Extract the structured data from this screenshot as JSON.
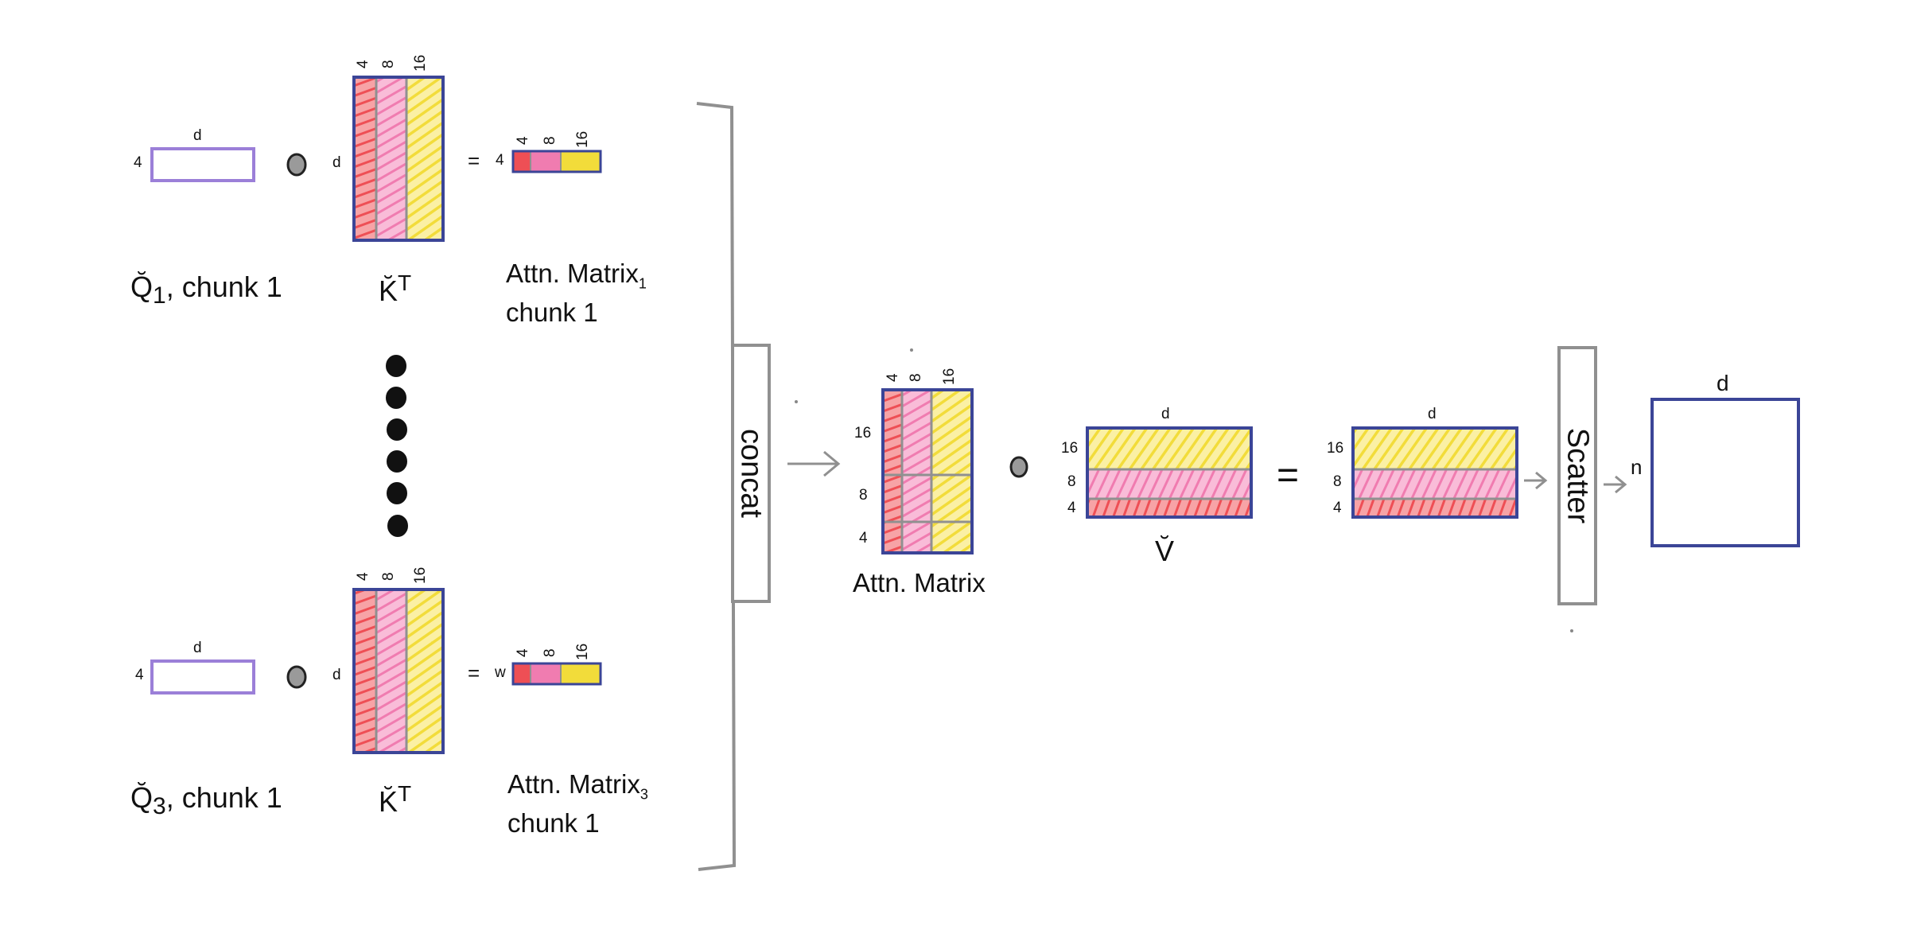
{
  "colors": {
    "red": "#ee4f55",
    "pink": "#f07cb0",
    "yellow": "#f2dc3a",
    "navy": "#3b4597",
    "purple": "#9b7fd8",
    "gray": "#909090",
    "dot": "#222222"
  },
  "top_row": {
    "q_dim_top": "d",
    "q_dim_left": "4",
    "k_dim_left": "d",
    "k_col_labels": [
      "4",
      "8",
      "16"
    ],
    "equals": "=",
    "result_left": "4",
    "result_col_labels": [
      "4",
      "8",
      "16"
    ],
    "q_caption": "Q̆",
    "q_sub": "1",
    "q_rest": ", chunk 1",
    "k_caption": "K̆",
    "k_sup": "T",
    "attn_line1": "Attn. Matrix",
    "attn_sub": "1",
    "attn_line2": "chunk 1"
  },
  "bottom_row": {
    "q_dim_top": "d",
    "q_dim_left": "4",
    "k_dim_left": "d",
    "k_col_labels": [
      "4",
      "8",
      "16"
    ],
    "equals": "=",
    "result_left": "w",
    "result_col_labels": [
      "4",
      "8",
      "16"
    ],
    "q_caption": "Q̆",
    "q_sub": "3",
    "q_rest": ", chunk 1",
    "k_caption": "K̆",
    "k_sup": "T",
    "attn_line1": "Attn. Matrix",
    "attn_sub": "3",
    "attn_line2": "chunk 1"
  },
  "concat_label": "concat",
  "attn_matrix": {
    "col_labels": [
      "4",
      "8",
      "16"
    ],
    "row_labels": [
      "16",
      "8",
      "4"
    ],
    "caption": "Attn. Matrix"
  },
  "v_matrix": {
    "dim_top": "d",
    "row_labels": [
      "16",
      "8",
      "4"
    ],
    "caption": "V̆"
  },
  "equals_big": "=",
  "result_matrix": {
    "dim_top": "d",
    "row_labels": [
      "16",
      "8",
      "4"
    ]
  },
  "scatter_label": "Scatter",
  "output": {
    "dim_top": "d",
    "dim_left": "n"
  }
}
